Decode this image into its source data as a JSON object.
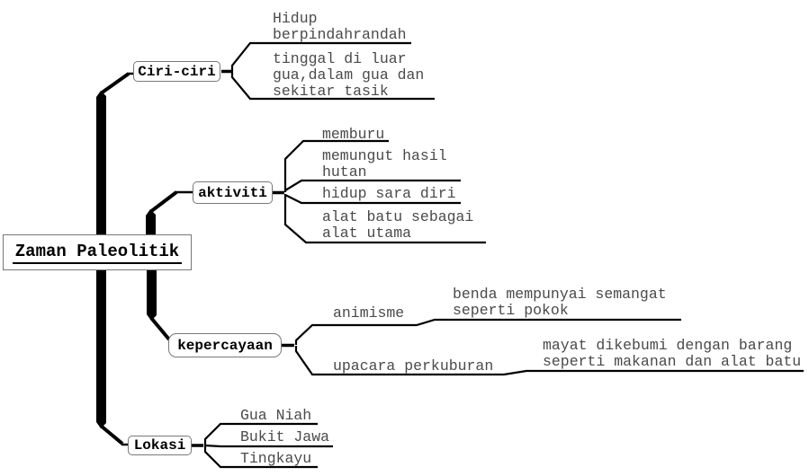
{
  "title": "Zaman Paleolitik mind map",
  "colors": {
    "background": "#ffffff",
    "line": "#000000",
    "leaf_text": "#4a4a4a",
    "node_text": "#000000",
    "node_border": "#787878"
  },
  "root": {
    "label": "Zaman Paleolitik"
  },
  "branches": [
    {
      "label": "Ciri-ciri",
      "children": [
        {
          "label": "Hidup\nberpindahrandah"
        },
        {
          "label": "tinggal di luar\ngua,dalam gua dan\nsekitar tasik"
        }
      ]
    },
    {
      "label": "aktiviti",
      "children": [
        {
          "label": "memburu"
        },
        {
          "label": "memungut hasil\nhutan"
        },
        {
          "label": "hidup sara diri"
        },
        {
          "label": "alat batu sebagai\nalat utama"
        }
      ]
    },
    {
      "label": "kepercayaan",
      "children": [
        {
          "label": "animisme",
          "children": [
            {
              "label": "benda mempunyai semangat\nseperti pokok"
            }
          ]
        },
        {
          "label": "upacara perkuburan",
          "children": [
            {
              "label": "mayat dikebumi dengan barang\nseperti makanan dan alat batu"
            }
          ]
        }
      ]
    },
    {
      "label": "Lokasi",
      "children": [
        {
          "label": "Gua Niah"
        },
        {
          "label": "Bukit Jawa"
        },
        {
          "label": "Tingkayu"
        }
      ]
    }
  ]
}
